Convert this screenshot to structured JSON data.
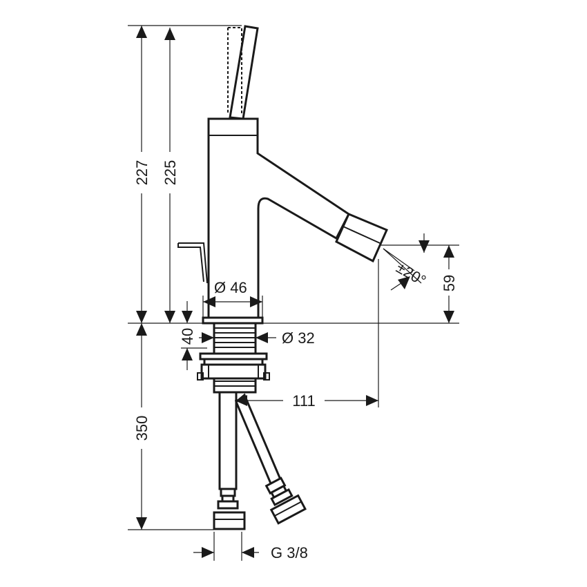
{
  "dimensions": {
    "height_total": "227",
    "height_spout": "225",
    "below_counter": "350",
    "spout_height": "59",
    "spout_angle": "±20°",
    "base_diameter": "Ø 46",
    "thread_diameter": "Ø 32",
    "max_counter_thickness": "40",
    "projection": "111",
    "connection": "G 3/8"
  },
  "colors": {
    "line": "#1a1a1a",
    "background": "#ffffff"
  }
}
